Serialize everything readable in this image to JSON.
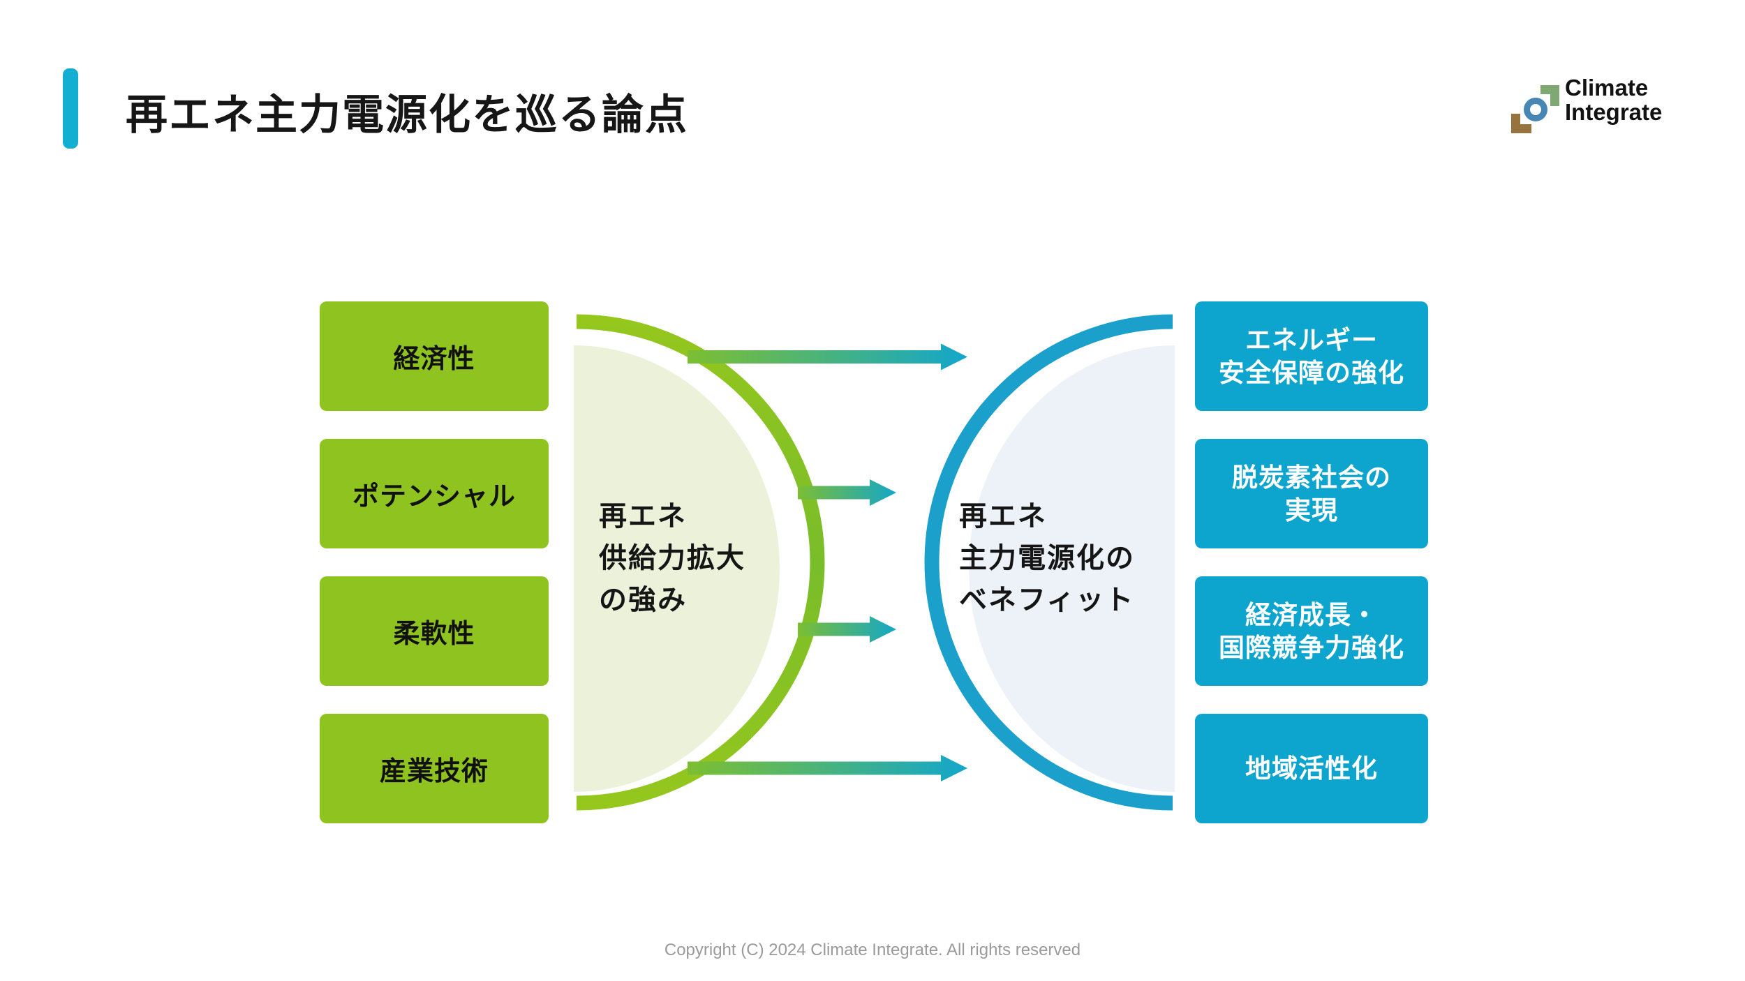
{
  "slide": {
    "title": "再エネ主力電源化を巡る論点",
    "footer": "Copyright (C) 2024 Climate Integrate. All rights reserved"
  },
  "logo": {
    "line1": "Climate",
    "line2": "Integrate"
  },
  "diagram": {
    "left_boxes": [
      {
        "label": "経済性"
      },
      {
        "label": "ポテンシャル"
      },
      {
        "label": "柔軟性"
      },
      {
        "label": "産業技術"
      }
    ],
    "left_circle": {
      "lines": [
        "再エネ",
        "供給力拡大",
        "の強み"
      ]
    },
    "right_circle": {
      "lines": [
        "再エネ",
        "主力電源化の",
        "ベネフィット"
      ]
    },
    "right_boxes": [
      {
        "lines": [
          "エネルギー",
          "安全保障の強化"
        ]
      },
      {
        "lines": [
          "脱炭素社会の",
          "実現"
        ]
      },
      {
        "lines": [
          "経済成長・",
          "国際競争力強化"
        ]
      },
      {
        "lines": [
          "地域活性化"
        ]
      }
    ]
  },
  "colors": {
    "accent_bar": "#13AFD3",
    "green_box": "#8FC31F",
    "blue_box": "#0DA4CE",
    "arc_green_a": "#95C71D",
    "arc_green_b": "#79BD2A",
    "arc_blue": "#1BA0CB",
    "fill_green": "#ECF1DA",
    "fill_blue": "#EDF2F8",
    "arrow_start": "#7CBE33",
    "arrow_end": "#14A7C9",
    "title_color": "#161616",
    "footer_color": "#9A9A9A",
    "logo_blue": "#4886B4",
    "logo_green": "#7FA873",
    "logo_brown": "#97743F",
    "box_text_dark": "#111111",
    "box_text_light": "#FFFFFF"
  }
}
